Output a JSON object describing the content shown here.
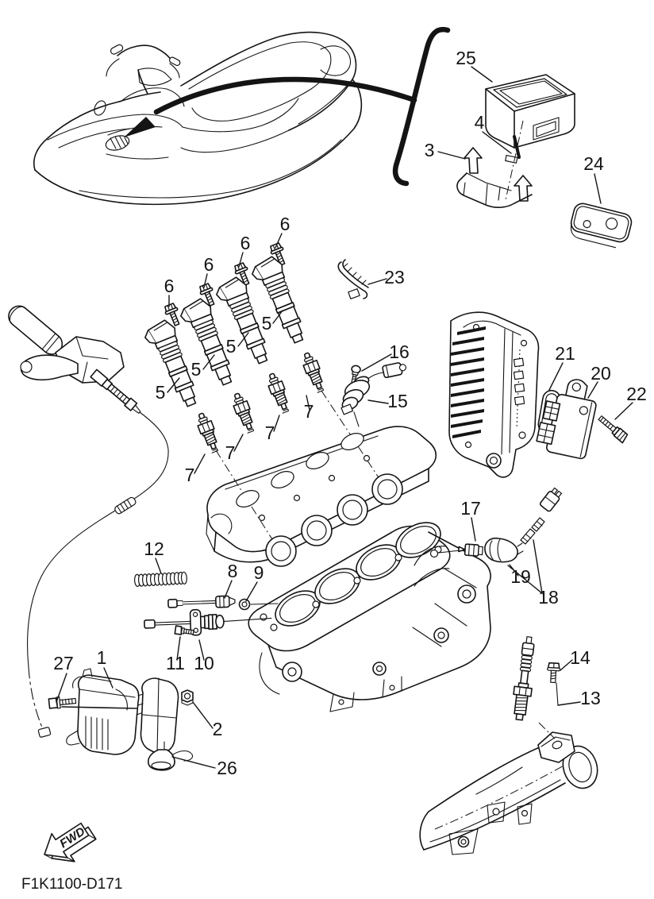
{
  "diagram": {
    "code": "F1K1100-D171",
    "fwd_label": "FWD",
    "ink_color": "#141414",
    "background_color": "#ffffff"
  },
  "callouts": [
    {
      "label": "25"
    },
    {
      "label": "4"
    },
    {
      "label": "3"
    },
    {
      "label": "24"
    },
    {
      "label": "6"
    },
    {
      "label": "6"
    },
    {
      "label": "6"
    },
    {
      "label": "6"
    },
    {
      "label": "5"
    },
    {
      "label": "5"
    },
    {
      "label": "5"
    },
    {
      "label": "5"
    },
    {
      "label": "7"
    },
    {
      "label": "7"
    },
    {
      "label": "7"
    },
    {
      "label": "7"
    },
    {
      "label": "23"
    },
    {
      "label": "16"
    },
    {
      "label": "15"
    },
    {
      "label": "21"
    },
    {
      "label": "20"
    },
    {
      "label": "22"
    },
    {
      "label": "17"
    },
    {
      "label": "19"
    },
    {
      "label": "18"
    },
    {
      "label": "12"
    },
    {
      "label": "8"
    },
    {
      "label": "9"
    },
    {
      "label": "11"
    },
    {
      "label": "10"
    },
    {
      "label": "27"
    },
    {
      "label": "1"
    },
    {
      "label": "2"
    },
    {
      "label": "26"
    },
    {
      "label": "14"
    },
    {
      "label": "13"
    }
  ]
}
